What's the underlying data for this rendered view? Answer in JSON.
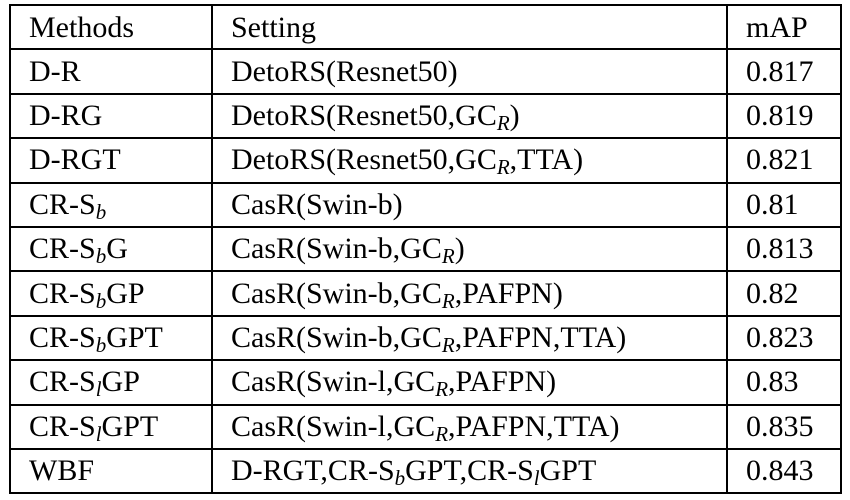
{
  "table": {
    "headers": [
      "Methods",
      "Setting",
      "mAP"
    ],
    "rows": [
      {
        "method": [
          {
            "t": "D-R"
          }
        ],
        "setting": [
          {
            "t": "DetoRS(Resnet50)"
          }
        ],
        "map": "0.817"
      },
      {
        "method": [
          {
            "t": "D-RG"
          }
        ],
        "setting": [
          {
            "t": "DetoRS(Resnet50,GC"
          },
          {
            "s": "R"
          },
          {
            "t": ")"
          }
        ],
        "map": "0.819"
      },
      {
        "method": [
          {
            "t": "D-RGT"
          }
        ],
        "setting": [
          {
            "t": "DetoRS(Resnet50,GC"
          },
          {
            "s": "R"
          },
          {
            "t": ",TTA)"
          }
        ],
        "map": "0.821"
      },
      {
        "method": [
          {
            "t": "CR-S"
          },
          {
            "s": "b"
          }
        ],
        "setting": [
          {
            "t": "CasR(Swin-b)"
          }
        ],
        "map": "0.81"
      },
      {
        "method": [
          {
            "t": "CR-S"
          },
          {
            "s": "b"
          },
          {
            "t": "G"
          }
        ],
        "setting": [
          {
            "t": "CasR(Swin-b,GC"
          },
          {
            "s": "R"
          },
          {
            "t": ")"
          }
        ],
        "map": "0.813"
      },
      {
        "method": [
          {
            "t": "CR-S"
          },
          {
            "s": "b"
          },
          {
            "t": "GP"
          }
        ],
        "setting": [
          {
            "t": "CasR(Swin-b,GC"
          },
          {
            "s": "R"
          },
          {
            "t": ",PAFPN)"
          }
        ],
        "map": "0.82"
      },
      {
        "method": [
          {
            "t": "CR-S"
          },
          {
            "s": "b"
          },
          {
            "t": "GPT"
          }
        ],
        "setting": [
          {
            "t": "CasR(Swin-b,GC"
          },
          {
            "s": "R"
          },
          {
            "t": ",PAFPN,TTA)"
          }
        ],
        "map": "0.823"
      },
      {
        "method": [
          {
            "t": "CR-S"
          },
          {
            "s": "l"
          },
          {
            "t": "GP"
          }
        ],
        "setting": [
          {
            "t": "CasR(Swin-l,GC"
          },
          {
            "s": "R"
          },
          {
            "t": ",PAFPN)"
          }
        ],
        "map": "0.83"
      },
      {
        "method": [
          {
            "t": "CR-S"
          },
          {
            "s": "l"
          },
          {
            "t": "GPT"
          }
        ],
        "setting": [
          {
            "t": "CasR(Swin-l,GC"
          },
          {
            "s": "R"
          },
          {
            "t": ",PAFPN,TTA)"
          }
        ],
        "map": "0.835"
      },
      {
        "method": [
          {
            "t": "WBF"
          }
        ],
        "setting": [
          {
            "t": "D-RGT,CR-S"
          },
          {
            "s": "b"
          },
          {
            "t": "GPT,CR-S"
          },
          {
            "s": "l"
          },
          {
            "t": "GPT"
          }
        ],
        "map": "0.843"
      }
    ]
  }
}
